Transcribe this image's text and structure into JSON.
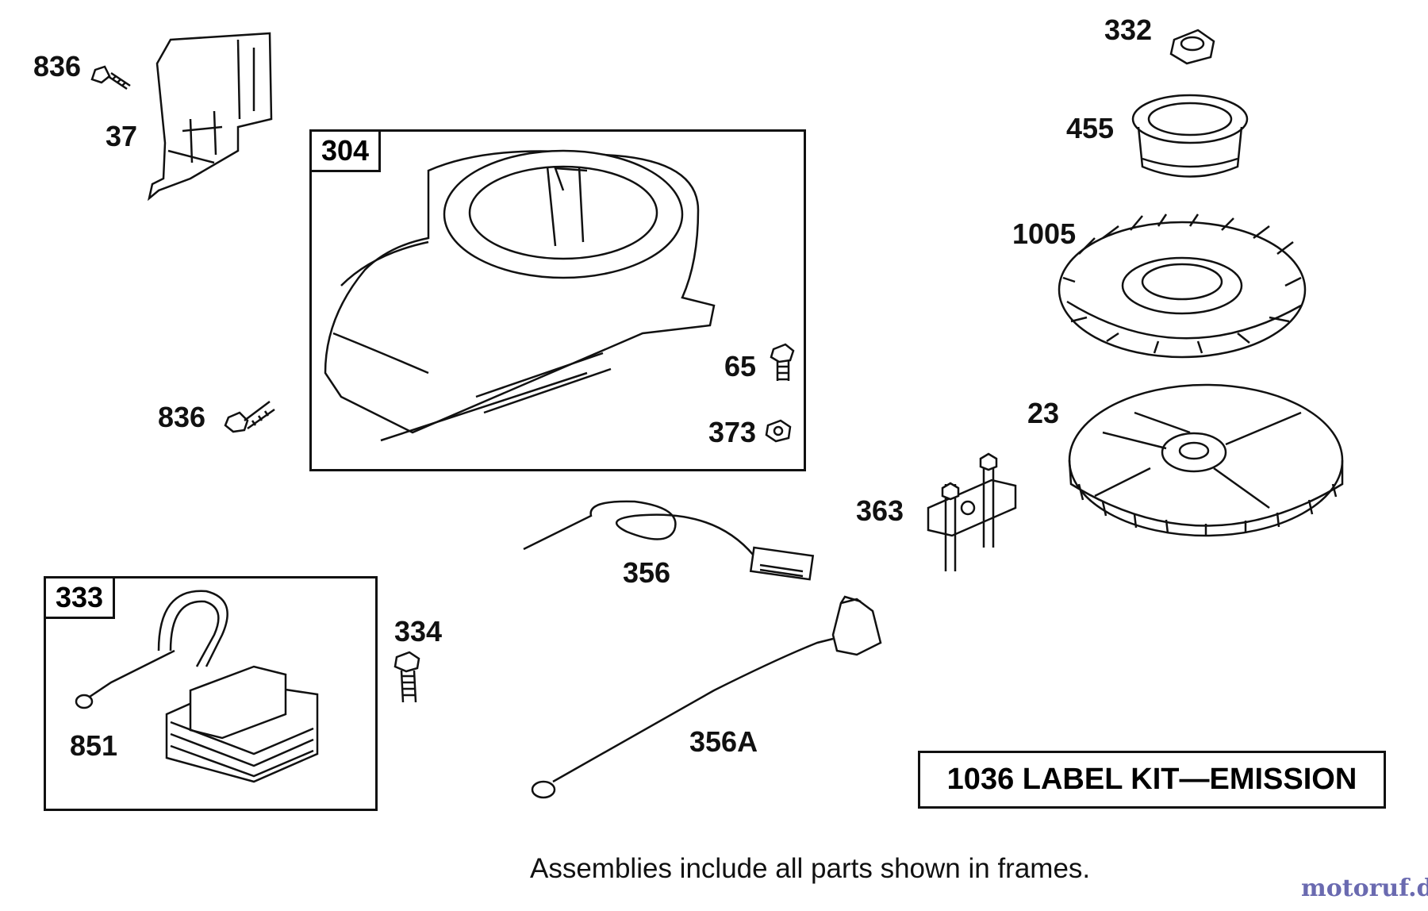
{
  "parts": {
    "p836a": "836",
    "p37": "37",
    "p304": "304",
    "p65": "65",
    "p373": "373",
    "p836b": "836",
    "p332": "332",
    "p455": "455",
    "p1005": "1005",
    "p23": "23",
    "p363": "363",
    "p356": "356",
    "p356a": "356A",
    "p333": "333",
    "p334": "334",
    "p851": "851"
  },
  "kit_label": "1036 LABEL KIT—EMISSION",
  "footnote": "Assemblies include all parts shown in frames.",
  "watermark": "motoruf.de",
  "colors": {
    "ink": "#111111",
    "logo": "#6a6ab0"
  }
}
